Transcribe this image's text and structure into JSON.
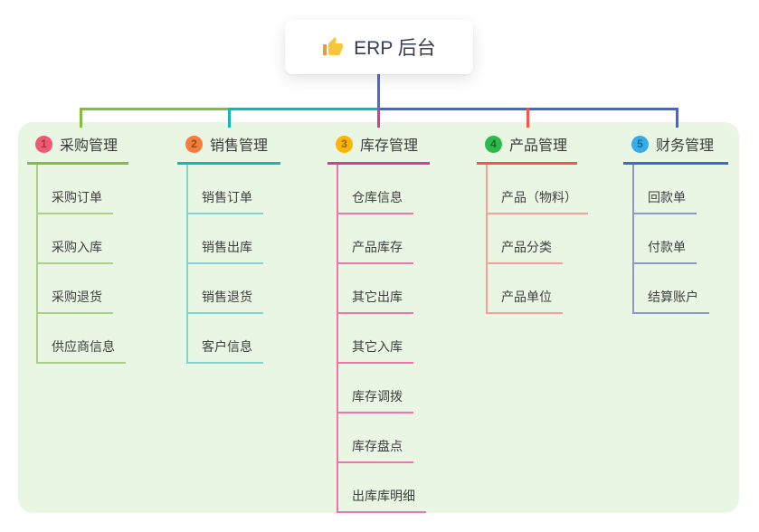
{
  "root": {
    "title": "ERP 后台",
    "icon": "thumbs-up"
  },
  "canvas": {
    "background": "#FFFFFF",
    "panel_background": "#EAF6E4"
  },
  "connector": {
    "root_line_color": "#5069D6"
  },
  "branches": [
    {
      "badge": "1",
      "title": "采购管理",
      "line_color": "#82BD3F",
      "soft_line_color": "#A9D286",
      "badge_color": "#F15A6E",
      "badge_digit_color": "#A93249",
      "children": [
        "采购订单",
        "采购入库",
        "采购退货",
        "供应商信息"
      ]
    },
    {
      "badge": "2",
      "title": "销售管理",
      "line_color": "#14B7B1",
      "soft_line_color": "#82D5CE",
      "badge_color": "#F57D3B",
      "badge_digit_color": "#96480F",
      "children": [
        "销售订单",
        "销售出库",
        "销售退货",
        "客户信息"
      ]
    },
    {
      "badge": "3",
      "title": "库存管理",
      "line_color": "#CE3F96",
      "soft_line_color": "#EF75AC",
      "badge_color": "#FFB400",
      "badge_digit_color": "#8A6700",
      "children": [
        "仓库信息",
        "产品库存",
        "其它出库",
        "其它入库",
        "库存调拨",
        "库存盘点",
        "出库库明细"
      ]
    },
    {
      "badge": "4",
      "title": "产品管理",
      "line_color": "#F4574D",
      "soft_line_color": "#F89F97",
      "badge_color": "#2FB94D",
      "badge_digit_color": "#0E6E29",
      "children": [
        "产品（物料）",
        "产品分类",
        "产品单位"
      ]
    },
    {
      "badge": "5",
      "title": "财务管理",
      "line_color": "#3E68D8",
      "soft_line_color": "#8A97D4",
      "badge_color": "#38ACE9",
      "badge_digit_color": "#16699F",
      "children": [
        "回款单",
        "付款单",
        "结算账户"
      ]
    }
  ]
}
